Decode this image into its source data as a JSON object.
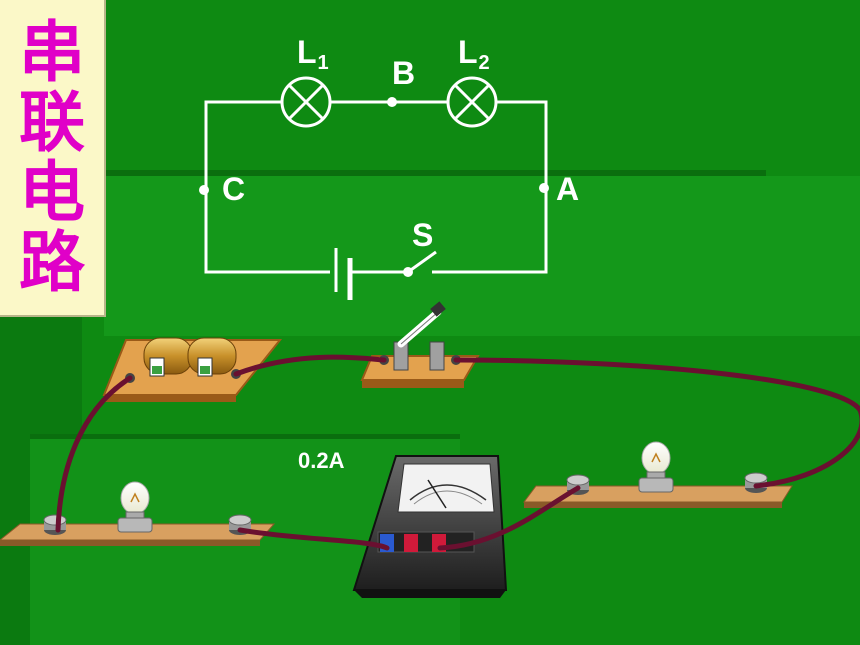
{
  "title_chars": [
    "串",
    "联",
    "电",
    "路"
  ],
  "labels": {
    "L1": "L",
    "L1_sub": "1",
    "L2": "L",
    "L2_sub": "2",
    "B": "B",
    "C": "C",
    "A": "A",
    "S": "S"
  },
  "ammeter_reading": "0.2A",
  "colors": {
    "background": "#0e8a12",
    "title_box": "#fbf8c8",
    "title_text": "#e000c8",
    "wire": "#6a1030",
    "board": "#d8a060"
  }
}
